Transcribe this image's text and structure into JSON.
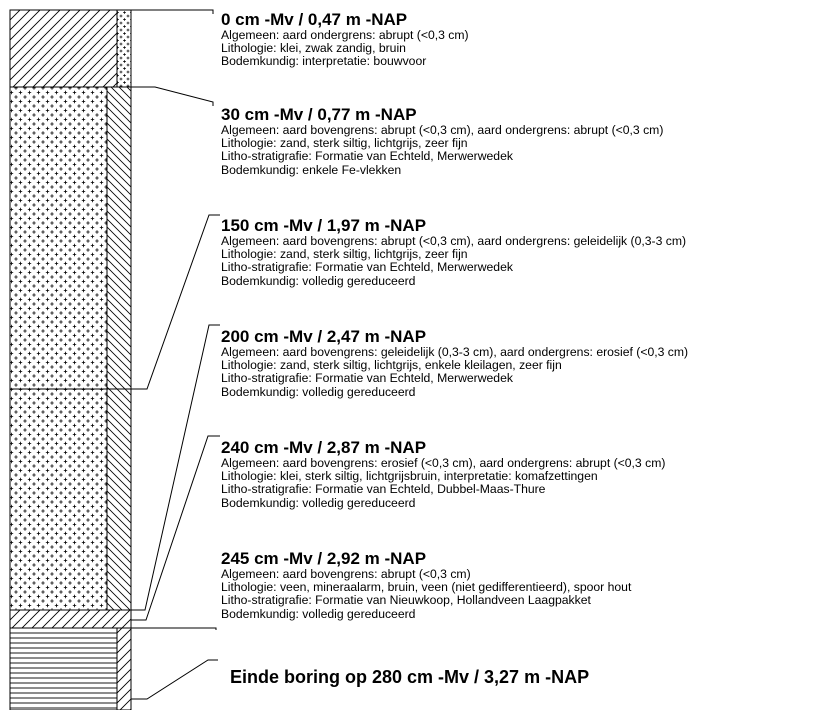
{
  "layers": [
    {
      "title": "0 cm -Mv / 0,47 m -NAP",
      "lines": [
        "Algemeen: aard ondergrens: abrupt (<0,3 cm)",
        "Lithologie: klei, zwak zandig, bruin",
        "Bodemkundig: interpretatie: bouwvoor"
      ]
    },
    {
      "title": "30 cm -Mv / 0,77 m -NAP",
      "lines": [
        "Algemeen: aard bovengrens: abrupt (<0,3 cm), aard ondergrens: abrupt (<0,3 cm)",
        "Lithologie: zand, sterk siltig, lichtgrijs, zeer fijn",
        "Litho-stratigrafie: Formatie van Echteld, Merwerwedek",
        "Bodemkundig: enkele Fe-vlekken"
      ]
    },
    {
      "title": "150 cm -Mv / 1,97 m -NAP",
      "lines": [
        "Algemeen: aard bovengrens: abrupt (<0,3 cm), aard ondergrens: geleidelijk (0,3-3 cm)",
        "Lithologie: zand, sterk siltig, lichtgrijs, zeer fijn",
        "Litho-stratigrafie: Formatie van Echteld, Merwerwedek",
        "Bodemkundig: volledig gereduceerd"
      ]
    },
    {
      "title": "200 cm -Mv / 2,47 m -NAP",
      "lines": [
        "Algemeen: aard bovengrens: geleidelijk (0,3-3 cm), aard ondergrens: erosief (<0,3 cm)",
        "Lithologie: zand, sterk siltig, lichtgrijs, enkele kleilagen, zeer fijn",
        "Litho-stratigrafie: Formatie van Echteld, Merwerwedek",
        "Bodemkundig: volledig gereduceerd"
      ]
    },
    {
      "title": "240 cm -Mv / 2,87 m -NAP",
      "lines": [
        "Algemeen: aard bovengrens: erosief (<0,3 cm), aard ondergrens: abrupt (<0,3 cm)",
        "Lithologie: klei, sterk siltig, lichtgrijsbruin, interpretatie: komafzettingen",
        "Litho-stratigrafie: Formatie van Echteld, Dubbel-Maas-Thure",
        "Bodemkundig: volledig gereduceerd"
      ]
    },
    {
      "title": "245 cm -Mv / 2,92 m -NAP",
      "lines": [
        "Algemeen: aard bovengrens: abrupt (<0,3 cm)",
        "Lithologie: veen, mineraalarm, bruin, veen (niet gedifferentieerd), spoor hout",
        "Litho-stratigrafie: Formatie van Nieuwkoop, Hollandveen Laagpakket",
        "Bodemkundig: volledig gereduceerd"
      ]
    }
  ],
  "end_label": "Einde boring op 280 cm -Mv / 3,27 m -NAP"
}
